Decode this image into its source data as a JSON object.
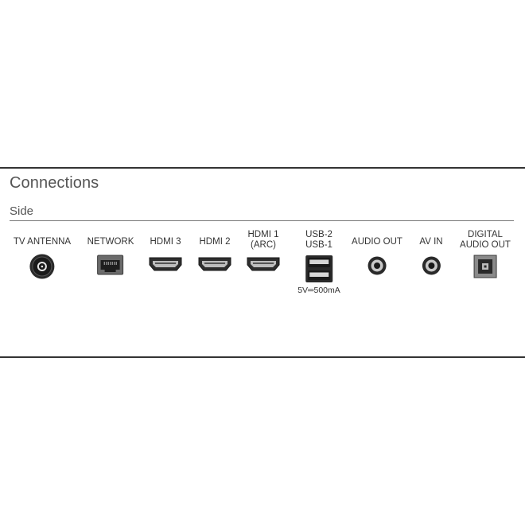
{
  "diagram": {
    "title": "Connections",
    "section": "Side",
    "ports": [
      {
        "id": "tv-antenna",
        "label": [
          "TV ANTENNA"
        ],
        "icon": "coax-connector-icon"
      },
      {
        "id": "network",
        "label": [
          "NETWORK"
        ],
        "icon": "ethernet-port-icon"
      },
      {
        "id": "hdmi-3",
        "label": [
          "HDMI 3"
        ],
        "icon": "hdmi-port-icon"
      },
      {
        "id": "hdmi-2",
        "label": [
          "HDMI 2"
        ],
        "icon": "hdmi-port-icon"
      },
      {
        "id": "hdmi-1",
        "label": [
          "HDMI 1",
          "(ARC)"
        ],
        "icon": "hdmi-port-icon"
      },
      {
        "id": "usb",
        "label": [
          "USB-2",
          "USB-1"
        ],
        "icon": "usb-dual-port-icon",
        "note": "5V═500mA"
      },
      {
        "id": "audio-out",
        "label": [
          "AUDIO OUT"
        ],
        "icon": "audio-jack-icon"
      },
      {
        "id": "av-in",
        "label": [
          "AV IN"
        ],
        "icon": "audio-jack-icon"
      },
      {
        "id": "digital-audio-out",
        "label": [
          "DIGITAL",
          "AUDIO OUT"
        ],
        "icon": "optical-port-icon"
      }
    ]
  }
}
